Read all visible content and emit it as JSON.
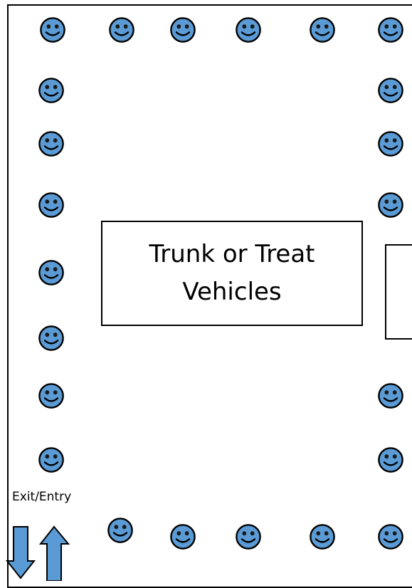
{
  "main_box": {
    "line1": "Trunk or Treat",
    "line2": "Vehicles"
  },
  "exit_entry_label": "Exit/Entry",
  "icons": {
    "smiley": "smiley-face-icon",
    "exit_arrow": "arrow-down-icon",
    "entry_arrow": "arrow-up-icon"
  },
  "colors": {
    "smiley_fill": "#5b9bd5",
    "smiley_outline": "#000000",
    "arrow_fill": "#5b9bd5",
    "border": "#000000"
  }
}
